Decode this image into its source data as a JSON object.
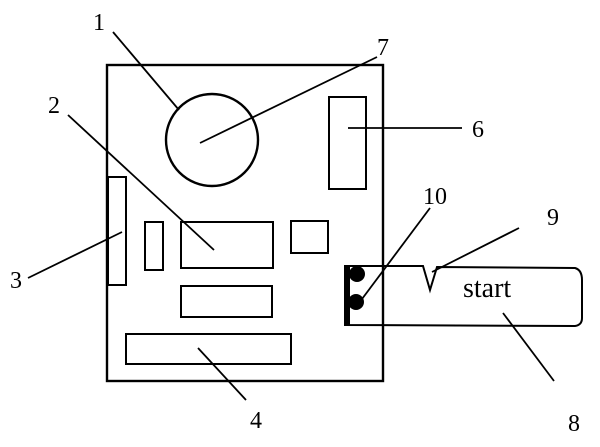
{
  "labels": {
    "l1": "1",
    "l2": "2",
    "l3": "3",
    "l4": "4",
    "l6": "6",
    "l7": "7",
    "l8": "8",
    "l9": "9",
    "l10": "10"
  },
  "card_text": "start",
  "colors": {
    "ink": "#000000",
    "paper": "#ffffff"
  }
}
